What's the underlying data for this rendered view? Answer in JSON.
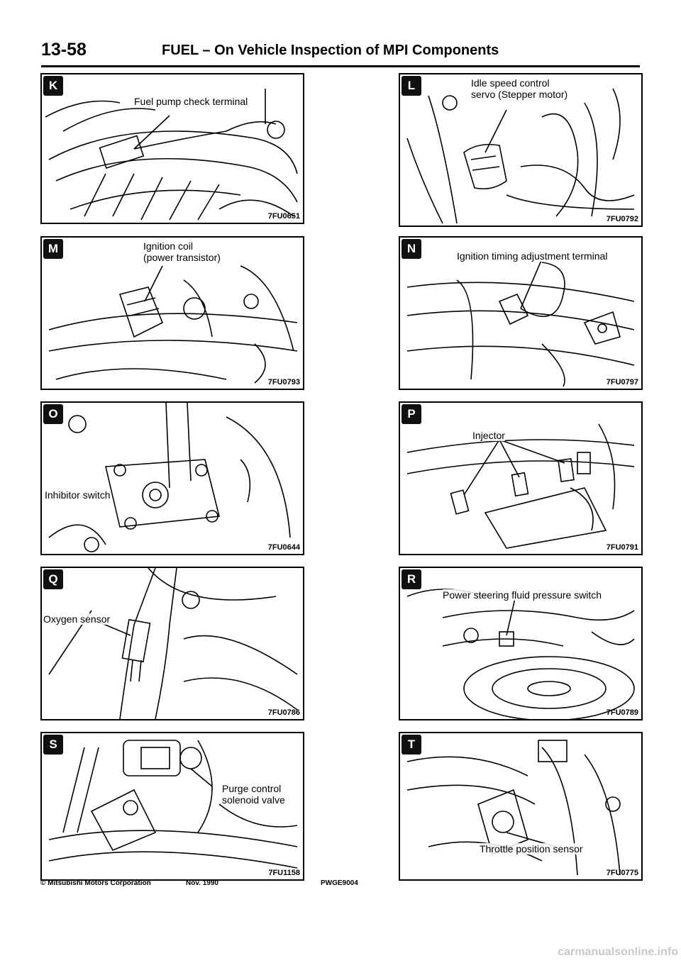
{
  "header": {
    "page_number": "13-58",
    "title": "FUEL – On Vehicle Inspection of MPI Components"
  },
  "panels": {
    "K": {
      "letter": "K",
      "label": "Fuel pump check terminal",
      "code": "7FU0651"
    },
    "L": {
      "letter": "L",
      "label": "Idle speed control servo (Stepper motor)",
      "code": "7FU0792"
    },
    "M": {
      "letter": "M",
      "label": "Ignition coil (power transistor)",
      "code": "7FU0793"
    },
    "N": {
      "letter": "N",
      "label": "Ignition timing adjustment terminal",
      "code": "7FU0797"
    },
    "O": {
      "letter": "O",
      "label": "Inhibitor switch",
      "code": "7FU0644"
    },
    "P": {
      "letter": "P",
      "label": "Injector",
      "code": "7FU0791"
    },
    "Q": {
      "letter": "Q",
      "label": "Oxygen sensor",
      "code": "7FU0786"
    },
    "R": {
      "letter": "R",
      "label": "Power steering fluid pressure switch",
      "code": "7FU0789"
    },
    "S": {
      "letter": "S",
      "label": "Purge control solenoid valve",
      "code": "7FU1158"
    },
    "T": {
      "letter": "T",
      "label": "Throttle position sensor",
      "code": "7FU0775"
    }
  },
  "footer": {
    "copyright": "© Mitsubishi Motors Corporation",
    "date": "Nov. 1990",
    "doc_code": "PWGE9004"
  },
  "watermark": "carmanualsonline.info"
}
